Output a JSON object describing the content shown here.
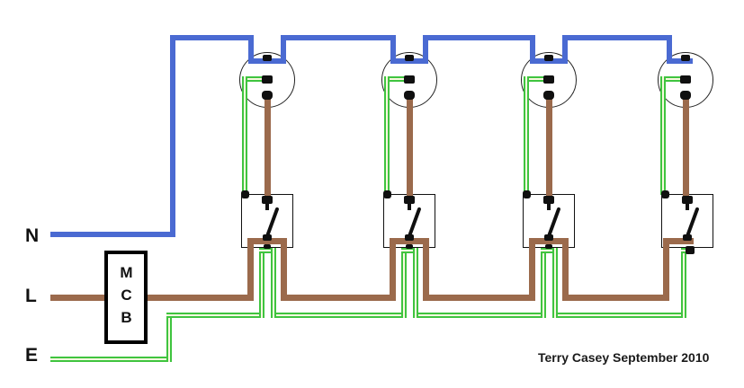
{
  "labels": {
    "neutral": "N",
    "live": "L",
    "earth": "E"
  },
  "mcb": {
    "label": "MCB"
  },
  "attribution": "Terry Casey September 2010",
  "colors": {
    "neutral_blue": "#4a6ad2",
    "live_brown": "#9b6a4c",
    "earth_green": "#3fc43f",
    "earth_core": "#f8f8e0",
    "terminal_black": "#101010",
    "outline": "#1c1c1c",
    "background": "#ffffff"
  },
  "components": {
    "lamps": [
      "ceiling-rose-1",
      "ceiling-rose-2",
      "ceiling-rose-3",
      "ceiling-rose-4"
    ],
    "switches": [
      "switch-1",
      "switch-2",
      "switch-3",
      "switch-4"
    ]
  }
}
